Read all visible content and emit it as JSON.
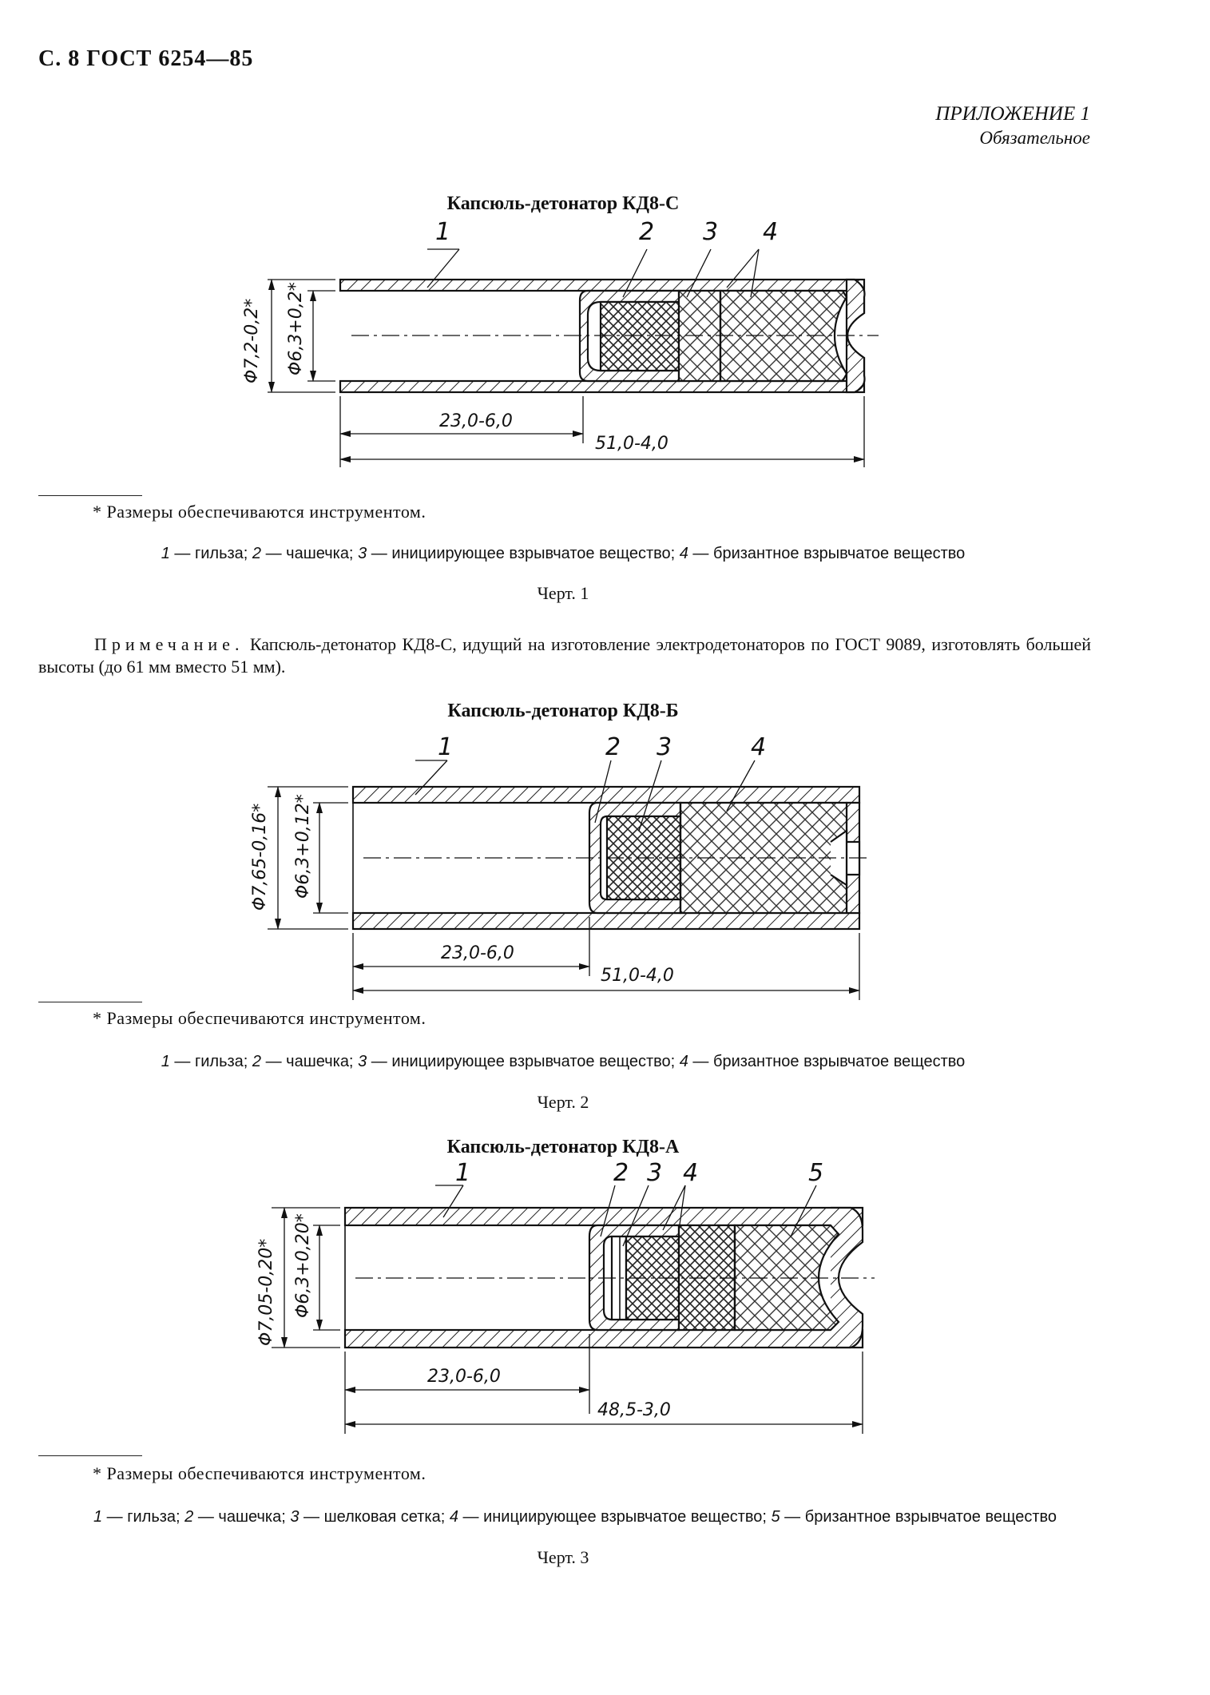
{
  "header": {
    "page_ref": "С. 8 ГОСТ 6254—85"
  },
  "appendix": {
    "title": "ПРИЛОЖЕНИЕ 1",
    "subtitle": "Обязательное"
  },
  "fig1": {
    "title": "Капсюль-детонатор КД8-С",
    "labels": [
      "1",
      "2",
      "3",
      "4"
    ],
    "dim_outer": "Φ7,2-0,2*",
    "dim_inner": "Φ6,3+0,2*",
    "dim_len1": "23,0-6,0",
    "dim_len2": "51,0-4,0",
    "footnote": "* Размеры обеспечиваются инструментом.",
    "legend": [
      {
        "n": "1",
        "t": "гильза;"
      },
      {
        "n": "2",
        "t": "чашечка;"
      },
      {
        "n": "3",
        "t": "инициирующее взрывчатое вещество;"
      },
      {
        "n": "4",
        "t": "бризантное взрывчатое вещество"
      }
    ],
    "caption": "Черт. 1"
  },
  "note": {
    "lead": "Примечание.",
    "text": "Капсюль-детонатор КД8-С, идущий на изготовление электродетонаторов по ГОСТ 9089, изготовлять большей высоты (до 61 мм вместо 51 мм)."
  },
  "fig2": {
    "title": "Капсюль-детонатор КД8-Б",
    "labels": [
      "1",
      "2",
      "3",
      "4"
    ],
    "dim_outer": "Φ7,65-0,16*",
    "dim_inner": "Φ6,3+0,12*",
    "dim_len1": "23,0-6,0",
    "dim_len2": "51,0-4,0",
    "footnote": "* Размеры обеспечиваются инструментом.",
    "legend": [
      {
        "n": "1",
        "t": "гильза;"
      },
      {
        "n": "2",
        "t": "чашечка;"
      },
      {
        "n": "3",
        "t": "инициирующее взрывчатое вещество;"
      },
      {
        "n": "4",
        "t": "бризантное взрывчатое вещество"
      }
    ],
    "caption": "Черт. 2"
  },
  "fig3": {
    "title": "Капсюль-детонатор КД8-А",
    "labels": [
      "1",
      "2",
      "3",
      "4",
      "5"
    ],
    "dim_outer": "Φ7,05-0,20*",
    "dim_inner": "Φ6,3+0,20*",
    "dim_len1": "23,0-6,0",
    "dim_len2": "48,5-3,0",
    "footnote": "* Размеры обеспечиваются инструментом.",
    "legend": [
      {
        "n": "1",
        "t": "гильза;"
      },
      {
        "n": "2",
        "t": "чашечка;"
      },
      {
        "n": "3",
        "t": "шелковая сетка;"
      },
      {
        "n": "4",
        "t": "инициирующее взрывчатое вещество;"
      },
      {
        "n": "5",
        "t": "бризантное взрывчатое вещество"
      }
    ],
    "caption": "Черт. 3"
  }
}
